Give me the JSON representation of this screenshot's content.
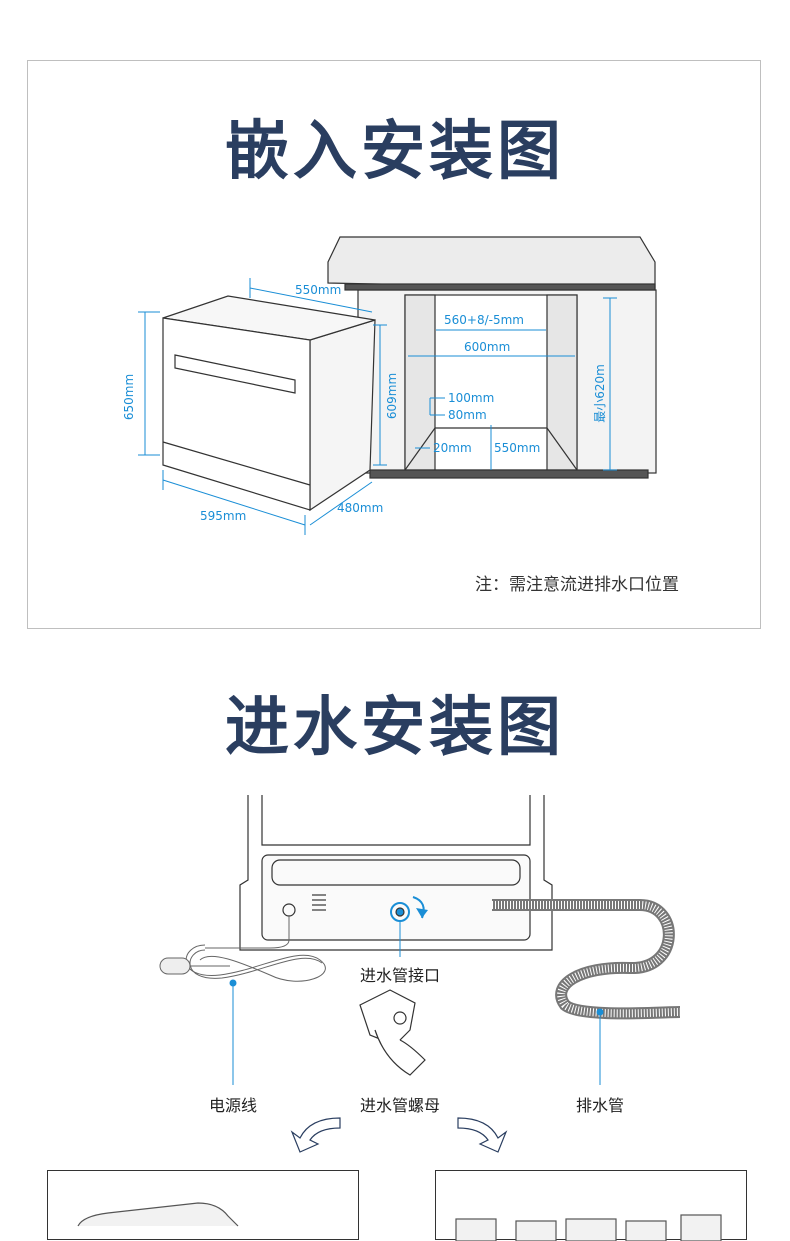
{
  "section1": {
    "title": "嵌入安装图",
    "note": "注：需注意流进排水口位置",
    "dims": {
      "width_top": "550mm",
      "height_front": "650mm",
      "width_bottom": "595mm",
      "depth": "480mm",
      "height_side": "609mm",
      "cabinet_inner": "560+8/-5mm",
      "cabinet_outer": "600mm",
      "gap_100": "100mm",
      "gap_80": "80mm",
      "gap_20": "20mm",
      "depth_550": "550mm",
      "min_height": "最小620m"
    }
  },
  "section2": {
    "title": "进水安装图",
    "labels": {
      "inlet": "进水管接口",
      "power": "电源线",
      "nut": "进水管螺母",
      "drain": "排水管"
    }
  },
  "colors": {
    "title": "#2a3e60",
    "dimension": "#1a8ed6",
    "line": "#333333"
  }
}
